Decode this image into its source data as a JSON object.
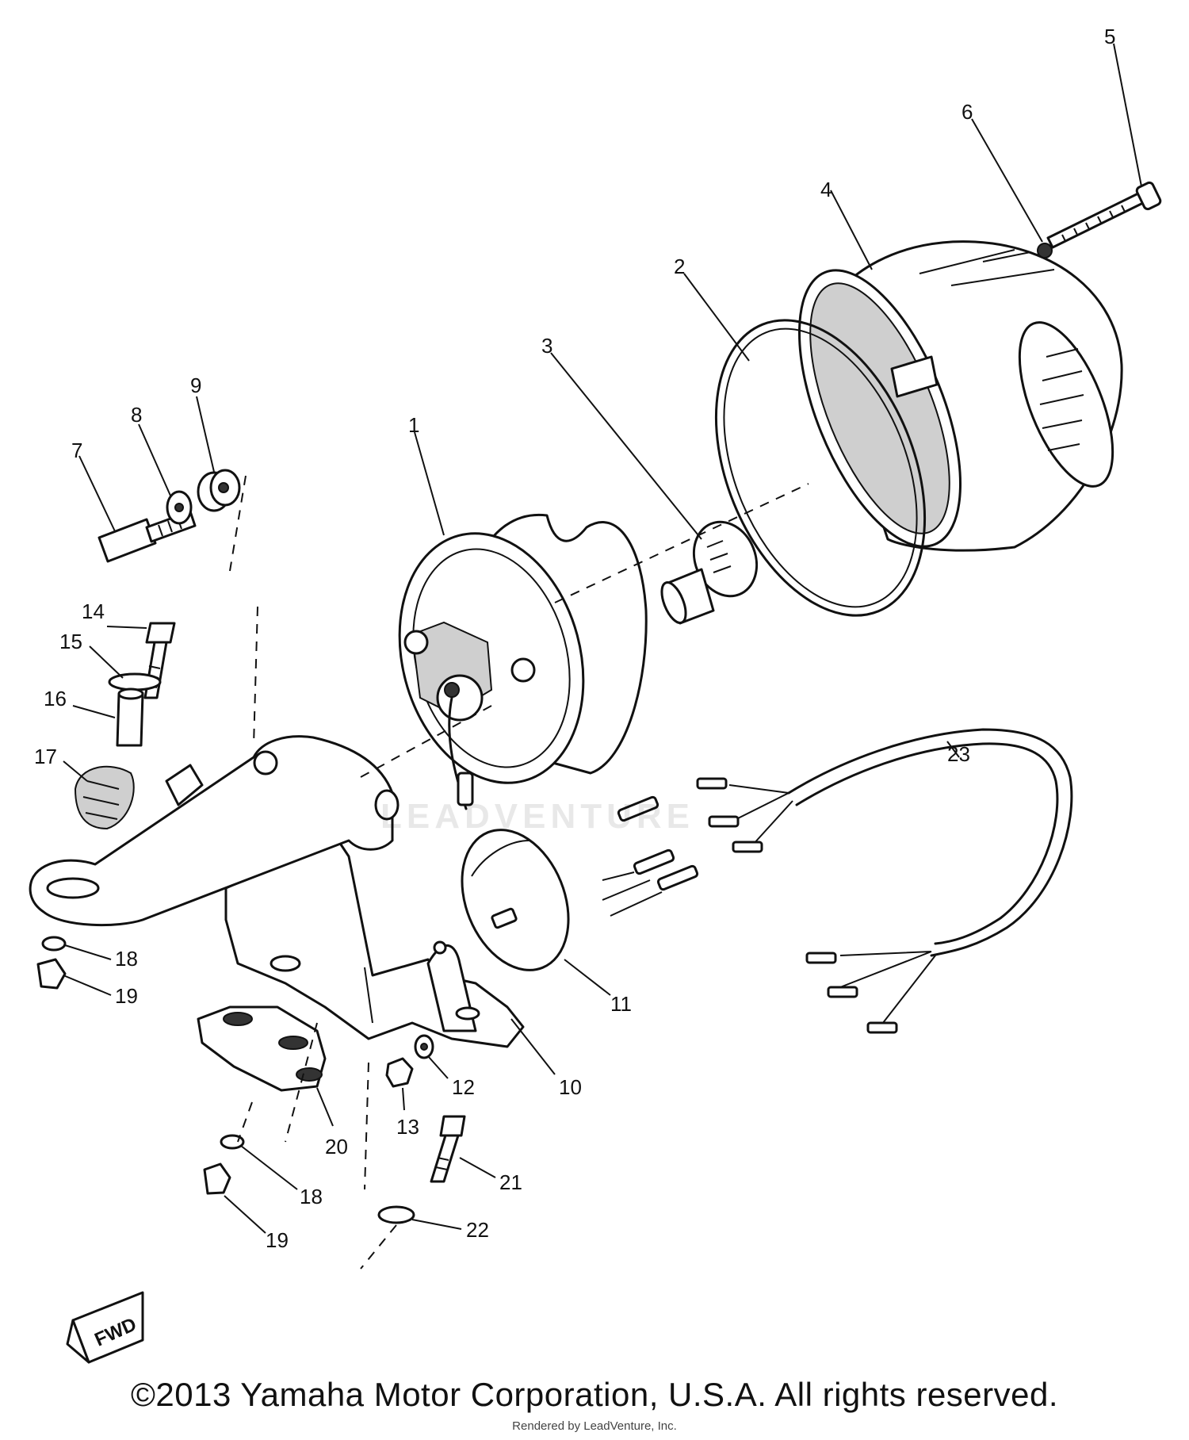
{
  "diagram": {
    "callouts": [
      {
        "id": "1",
        "label": "1"
      },
      {
        "id": "2",
        "label": "2"
      },
      {
        "id": "3",
        "label": "3"
      },
      {
        "id": "4",
        "label": "4"
      },
      {
        "id": "5",
        "label": "5"
      },
      {
        "id": "6",
        "label": "6"
      },
      {
        "id": "7",
        "label": "7"
      },
      {
        "id": "8",
        "label": "8"
      },
      {
        "id": "9",
        "label": "9"
      },
      {
        "id": "10",
        "label": "10"
      },
      {
        "id": "11",
        "label": "11"
      },
      {
        "id": "12",
        "label": "12"
      },
      {
        "id": "13",
        "label": "13"
      },
      {
        "id": "14",
        "label": "14"
      },
      {
        "id": "15",
        "label": "15"
      },
      {
        "id": "16",
        "label": "16"
      },
      {
        "id": "17",
        "label": "17"
      },
      {
        "id": "18a",
        "label": "18"
      },
      {
        "id": "19a",
        "label": "19"
      },
      {
        "id": "20",
        "label": "20"
      },
      {
        "id": "18b",
        "label": "18"
      },
      {
        "id": "19b",
        "label": "19"
      },
      {
        "id": "21",
        "label": "21"
      },
      {
        "id": "22",
        "label": "22"
      },
      {
        "id": "23",
        "label": "23"
      }
    ],
    "fwd_label": "FWD",
    "watermark": "LEADVENTURE"
  },
  "footer": {
    "copyright": "©2013 Yamaha Motor Corporation, U.S.A. All rights reserved.",
    "rendered_by": "Rendered by LeadVenture, Inc."
  }
}
